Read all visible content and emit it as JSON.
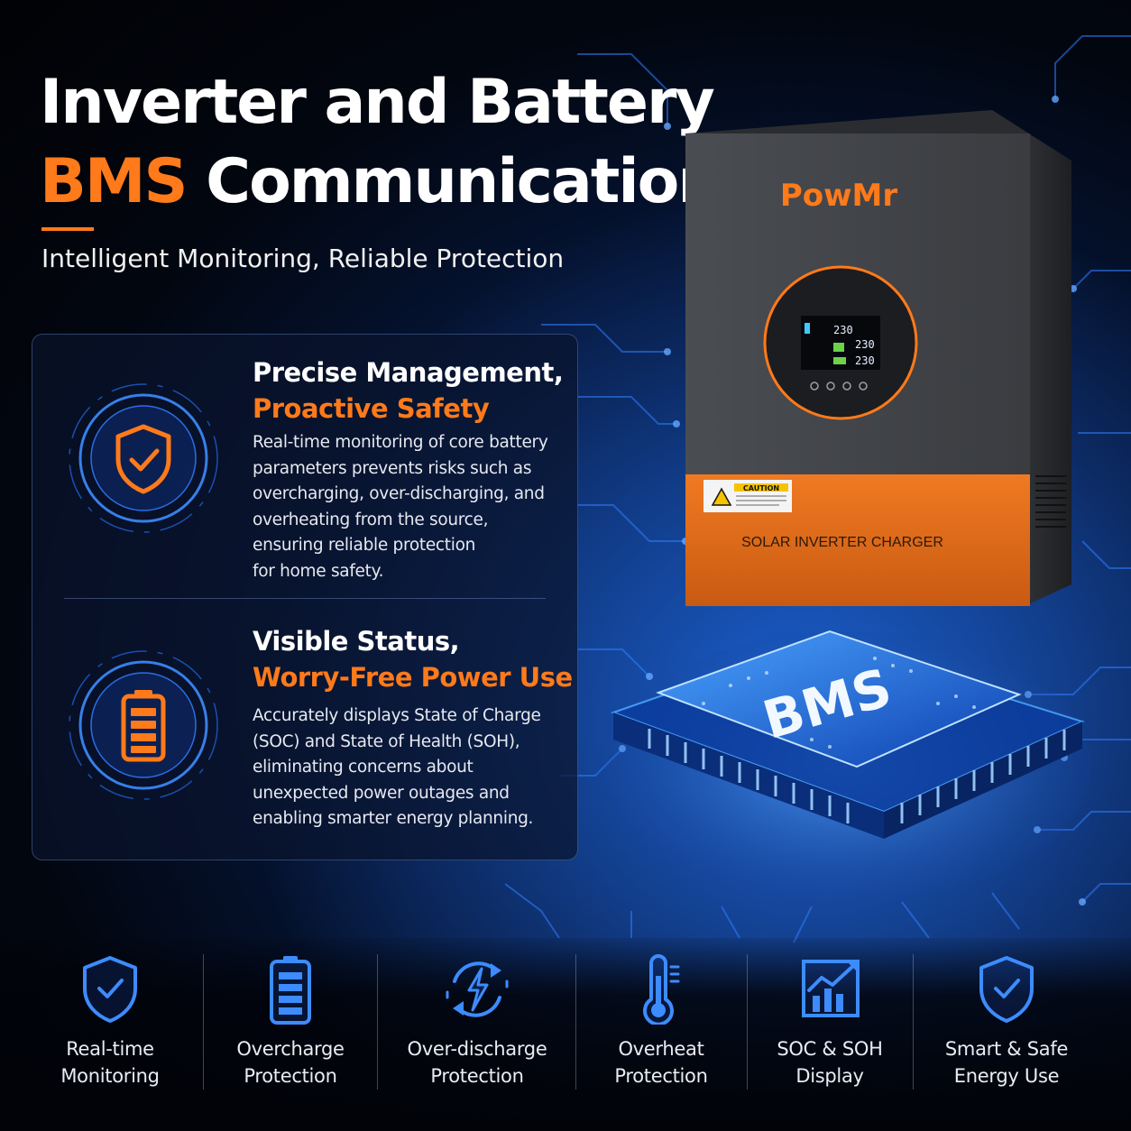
{
  "header": {
    "title_line1": "Inverter and Battery",
    "title_highlight": "BMS",
    "title_line2_rest": " Communication",
    "subtitle": "Intelligent Monitoring, Reliable Protection"
  },
  "features": [
    {
      "heading_line1": "Precise Management,",
      "heading_line2": "Proactive Safety",
      "body_lines": [
        "Real-time monitoring of core battery",
        "parameters prevents risks such as",
        "overcharging, over-discharging, and",
        "overheating from the source,",
        "ensuring reliable protection",
        "for home safety."
      ],
      "icon": "shield-check-icon"
    },
    {
      "heading_line1": "Visible Status,",
      "heading_line2": "Worry-Free Power Use",
      "body_lines": [
        "Accurately displays State of Charge",
        "(SOC) and State of Health (SOH),",
        "eliminating concerns about",
        "unexpected power outages and",
        "enabling smarter energy planning."
      ],
      "icon": "battery-icon"
    }
  ],
  "product": {
    "brand": "PowMr",
    "caution_label": "CAUTION",
    "panel_label": "SOLAR INVERTER CHARGER",
    "lcd_readings": [
      "230",
      "230",
      "230"
    ],
    "chip_label": "BMS"
  },
  "bottom_features": [
    {
      "line1": "Real-time",
      "line2": "Monitoring",
      "icon": "shield-check-icon"
    },
    {
      "line1": "Overcharge",
      "line2": "Protection",
      "icon": "battery-icon"
    },
    {
      "line1": "Over-discharge",
      "line2": "Protection",
      "icon": "lightning-cycle-icon"
    },
    {
      "line1": "Overheat",
      "line2": "Protection",
      "icon": "thermometer-icon"
    },
    {
      "line1": "SOC & SOH",
      "line2": "Display",
      "icon": "chart-icon"
    },
    {
      "line1": "Smart & Safe",
      "line2": "Energy Use",
      "icon": "shield-check-icon"
    }
  ],
  "colors": {
    "accent": "#ff7a1a",
    "icon_blue": "#3d8cff",
    "background": "#02060f"
  }
}
